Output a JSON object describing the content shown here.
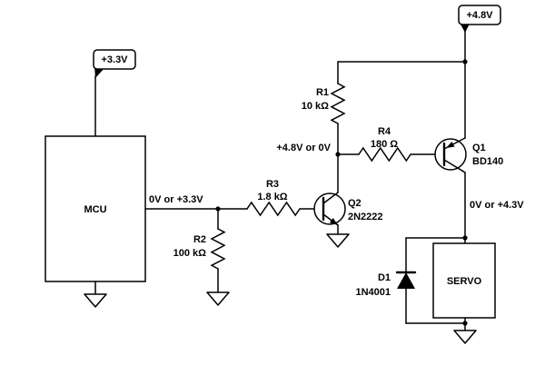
{
  "colors": {
    "bg": "#ffffff",
    "line": "#000000"
  },
  "schematic": {
    "type": "circuit-schematic",
    "power": {
      "mcu_rail": "+3.3V",
      "servo_rail": "+4.8V"
    },
    "blocks": {
      "mcu": "MCU",
      "servo": "SERVO"
    },
    "nets": {
      "mcu_out": "0V or +3.3V",
      "q2_collector": "+4.8V or 0V",
      "q1_collector": "0V or +4.3V"
    },
    "components": {
      "r1": {
        "ref": "R1",
        "value": "10 kΩ"
      },
      "r2": {
        "ref": "R2",
        "value": "100 kΩ"
      },
      "r3": {
        "ref": "R3",
        "value": "1.8 kΩ"
      },
      "r4": {
        "ref": "R4",
        "value": "180 Ω"
      },
      "q1": {
        "ref": "Q1",
        "value": "BD140"
      },
      "q2": {
        "ref": "Q2",
        "value": "2N2222"
      },
      "d1": {
        "ref": "D1",
        "value": "1N4001"
      }
    }
  }
}
